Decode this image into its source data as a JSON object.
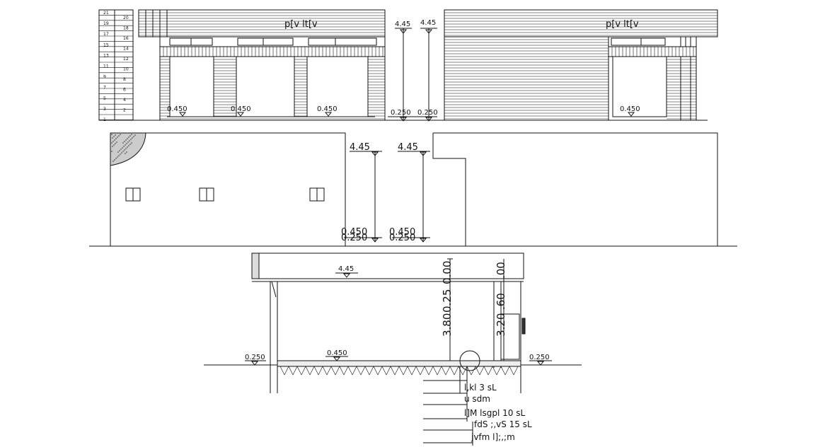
{
  "front_elevation": {
    "stair_numbers_left": [
      "21",
      "19",
      "17",
      "15",
      "13",
      "11",
      "9",
      "7",
      "5",
      "3",
      "1"
    ],
    "stair_numbers_right": [
      "20",
      "18",
      "16",
      "14",
      "12",
      "10",
      "8",
      "6",
      "4",
      "2"
    ],
    "label_left": "p[v lt[v",
    "label_right": "p[v lt[v",
    "level_450_a": "0.450",
    "level_450_b": "0.450",
    "level_450_c": "0.450",
    "level_450_d": "0.450",
    "top_left": "4.45",
    "top_right": "4.45",
    "bottom_left": "0.250",
    "bottom_right": "0.250"
  },
  "rear_elevation": {
    "top_left": "4.45",
    "top_right": "4.45",
    "bottom_left_a": "0.450",
    "bottom_left_b": "0.250",
    "bottom_right_a": "0.450",
    "bottom_right_b": "0.250"
  },
  "section": {
    "slab_level": "4.45",
    "height_main": "3.80",
    "height_mid": "0.25",
    "height_top": "0.00",
    "right_height_a": "3.20",
    "right_height_b": ".60",
    "right_height_c": ".00",
    "ground_left": "0.250",
    "floor_level": "0.450",
    "ground_right": "0.250"
  },
  "layer_notes": [
    "l,kl 3 sL",
    "u sdm",
    "l]M lsgpl 10 sL",
    "fdS ;,vS 15 sL",
    "jvfm l];,;m"
  ]
}
